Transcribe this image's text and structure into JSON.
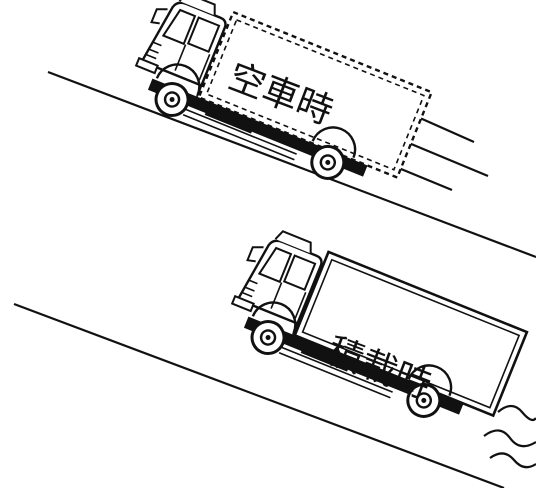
{
  "diagram": {
    "panels": [
      {
        "label": "空車時",
        "box_outline": "dashed",
        "motion_lines": "straight"
      },
      {
        "label": "積載時",
        "box_outline": "solid",
        "motion_lines": "wavy"
      }
    ]
  },
  "colors": {
    "stroke": "#111111",
    "background": "#ffffff"
  }
}
